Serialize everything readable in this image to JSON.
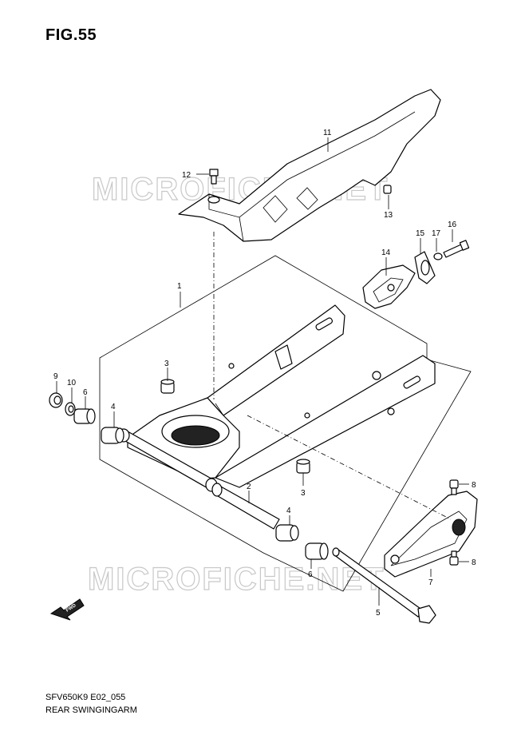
{
  "figure": {
    "title": "FIG.55",
    "model_code": "SFV650K9 E02_055",
    "name": "REAR SWINGINGARM",
    "watermark": "MICROFICHE.NET",
    "direction_label": "FWD"
  },
  "callouts": [
    {
      "id": "c1",
      "label": "1"
    },
    {
      "id": "c2",
      "label": "2"
    },
    {
      "id": "c3a",
      "label": "3"
    },
    {
      "id": "c3b",
      "label": "3"
    },
    {
      "id": "c4a",
      "label": "4"
    },
    {
      "id": "c4b",
      "label": "4"
    },
    {
      "id": "c5",
      "label": "5"
    },
    {
      "id": "c6a",
      "label": "6"
    },
    {
      "id": "c6b",
      "label": "6"
    },
    {
      "id": "c7",
      "label": "7"
    },
    {
      "id": "c8a",
      "label": "8"
    },
    {
      "id": "c8b",
      "label": "8"
    },
    {
      "id": "c9",
      "label": "9"
    },
    {
      "id": "c10",
      "label": "10"
    },
    {
      "id": "c11",
      "label": "11"
    },
    {
      "id": "c12",
      "label": "12"
    },
    {
      "id": "c13",
      "label": "13"
    },
    {
      "id": "c14",
      "label": "14"
    },
    {
      "id": "c15",
      "label": "15"
    },
    {
      "id": "c16",
      "label": "16"
    },
    {
      "id": "c17",
      "label": "17"
    }
  ]
}
